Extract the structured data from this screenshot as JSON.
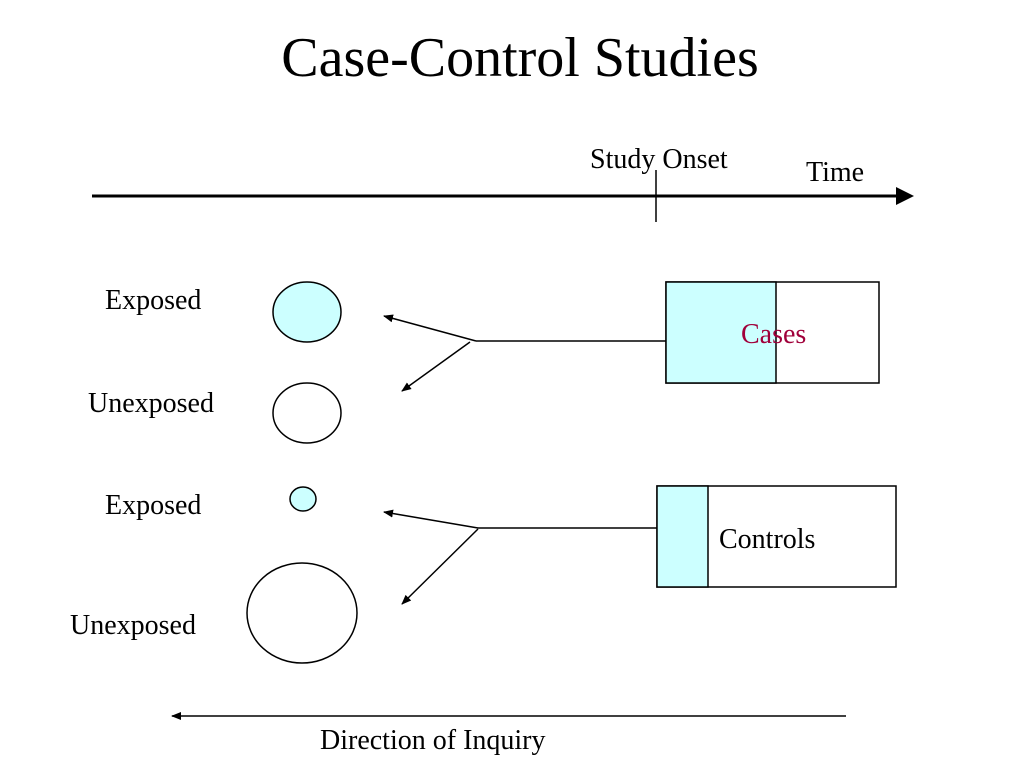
{
  "title": "Case-Control Studies",
  "timeline": {
    "onset_label": "Study Onset",
    "time_label": "Time"
  },
  "groups": [
    {
      "label": "Exposed"
    },
    {
      "label": "Unexposed"
    },
    {
      "label": "Exposed"
    },
    {
      "label": "Unexposed"
    }
  ],
  "boxes": {
    "cases_label": "Cases",
    "controls_label": "Controls"
  },
  "inquiry_label": "Direction of Inquiry",
  "colors": {
    "exposed_fill": "#ccffff",
    "cases_text": "#a0003a",
    "line": "#000000"
  }
}
